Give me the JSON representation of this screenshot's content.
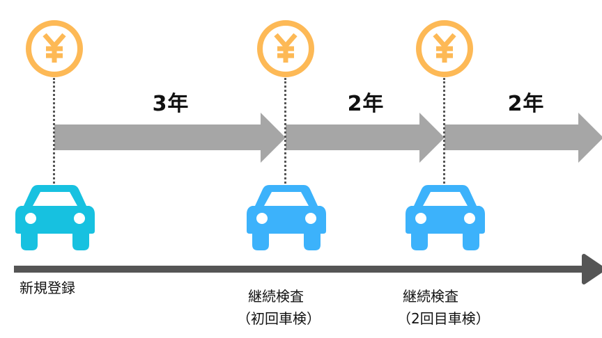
{
  "colors": {
    "yen": "#fdb956",
    "car_first": "#17c1e0",
    "car_inspection": "#3cb2fb",
    "period_arrow": "#a6a6a6",
    "timeline": "#555555",
    "dotted_line": "#555555"
  },
  "icons": {
    "yen": "yen-coin-icon",
    "car": "car-front-icon"
  },
  "stages": [
    {
      "label": "新規登録",
      "sublabel": ""
    },
    {
      "label": "継続検査",
      "sublabel": "（初回車検）"
    },
    {
      "label": "継続検査",
      "sublabel": "（2回目車検）"
    }
  ],
  "periods": [
    {
      "label": "3年"
    },
    {
      "label": "2年"
    },
    {
      "label": "2年"
    }
  ]
}
